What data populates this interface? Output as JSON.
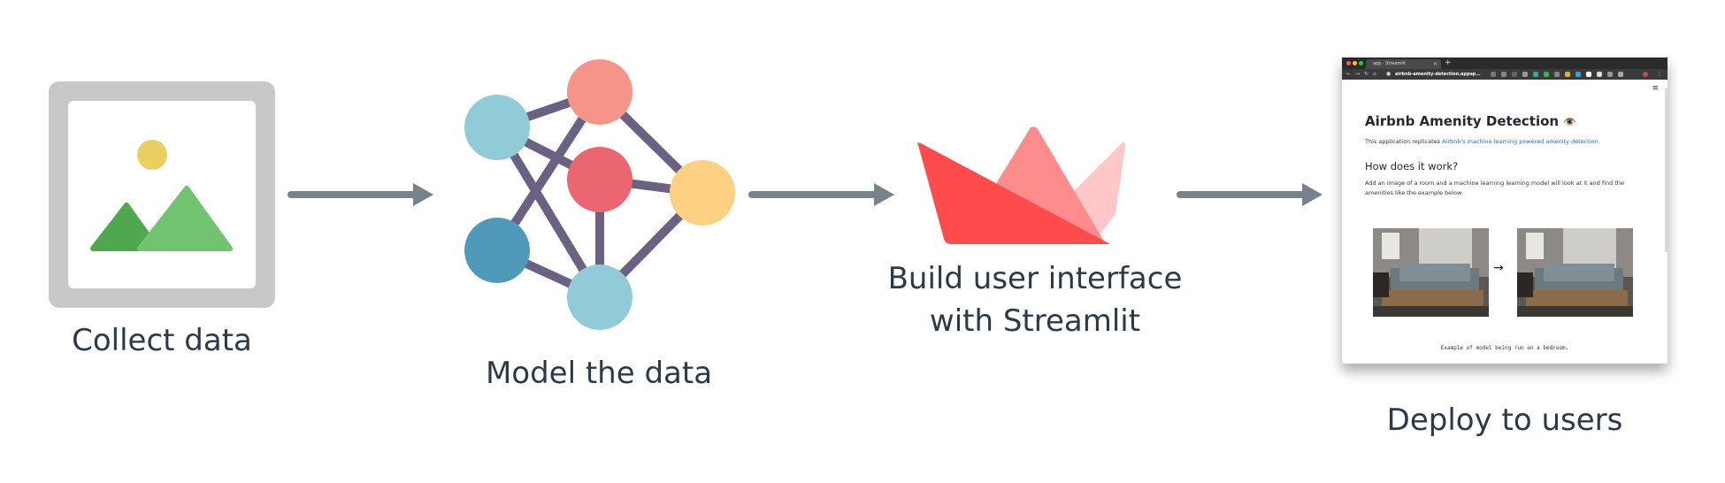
{
  "steps": [
    {
      "caption": "Collect data",
      "icon": "image-icon"
    },
    {
      "caption": "Model the data",
      "icon": "neural-network-icon"
    },
    {
      "caption_line1": "Build user interface",
      "caption_line2": "with Streamlit",
      "icon": "streamlit-logo"
    },
    {
      "caption": "Deploy to users",
      "icon": "browser-screenshot"
    }
  ],
  "browser": {
    "tab_title": "app · Streamlit",
    "url": "airbnb-amenity-detection.appsp...",
    "app_title": "Airbnb Amenity Detection",
    "app_title_emoji": "👁️",
    "description_prefix": "This application replicates ",
    "description_link": "Airbnb's machine learning powered amenity detection.",
    "section_heading": "How does it work?",
    "section_body": "Add an image of a room and a machine learning learning model will look at it and find the amenities like the example below:",
    "arrow": "→",
    "image_caption": "Example of model being run on a bedroom."
  },
  "colors": {
    "arrow": "#76838f",
    "caption_text": "#2b3a4a",
    "frame_gray": "#c8c8c8",
    "sun": "#ead061",
    "mountain_dark": "#4fa850",
    "mountain_light": "#72c370",
    "node_salmon": "#f5958a",
    "node_red": "#ec6671",
    "node_light_blue": "#92cbd8",
    "node_dark_blue": "#4f99ba",
    "node_yellow": "#fdd082",
    "edge": "#6b6283",
    "streamlit_red": "#ff4b4b",
    "streamlit_mid": "#ff8c8c",
    "streamlit_light": "#ffc7c7"
  }
}
